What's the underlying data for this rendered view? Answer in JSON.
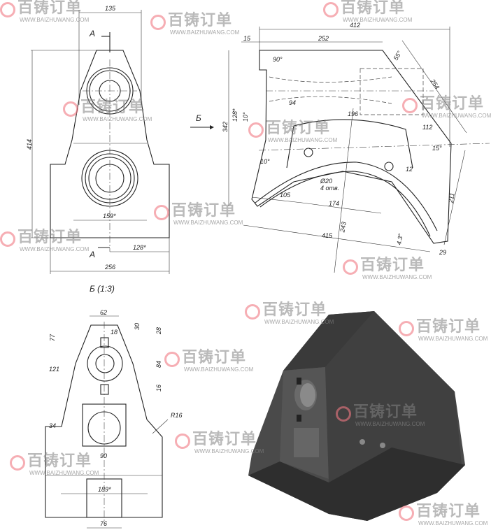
{
  "watermark": {
    "brand": "百铸订单",
    "url": "WWW.BAIZHUWANG.COM"
  },
  "front_view": {
    "dims": {
      "width_top": "135",
      "height": "414",
      "inner": "159*",
      "half_base": "128*",
      "base": "256"
    },
    "section_a_top": "A",
    "section_a_bottom": "A",
    "view_label": "Б (1:3)"
  },
  "side_view": {
    "arrow_label": "Б",
    "dims": {
      "overall": "412",
      "offset": "15",
      "top": "252",
      "angle_top": "90°",
      "angle_right": "55°",
      "slope": "254",
      "height": "342",
      "h128": "128*",
      "angle10a": "10°",
      "d94": "94",
      "d196": "196",
      "d112": "112",
      "angle10b": "10°",
      "angle15": "15°",
      "d12": "12",
      "hole": "Ø20",
      "hole_count": "4 отв.",
      "d105": "105",
      "d174": "174",
      "d243": "243",
      "d415": "415",
      "d211": "211",
      "d29": "29",
      "angle43": "4.3°"
    }
  },
  "view_b": {
    "dims": {
      "top": "62",
      "d18": "18",
      "d77": "77",
      "d30": "30",
      "d28": "28",
      "d121": "121",
      "d84": "84",
      "d16": "16",
      "d34": "34",
      "r16": "R16",
      "d90": "90",
      "d189": "189*",
      "d76": "76"
    }
  }
}
